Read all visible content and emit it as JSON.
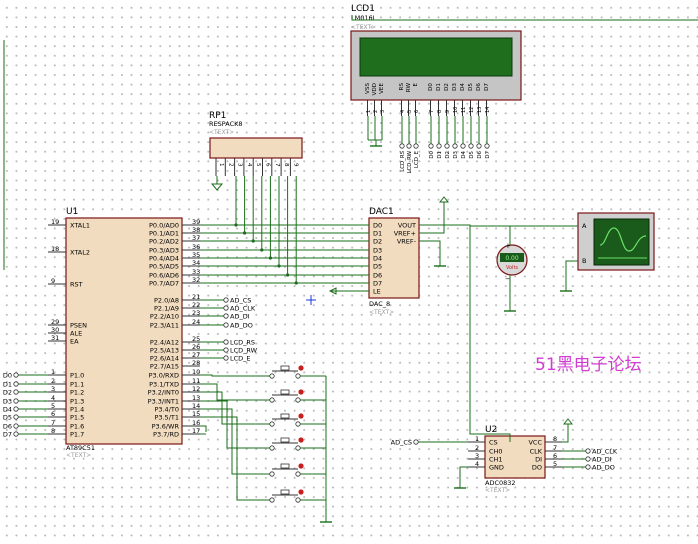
{
  "lcd": {
    "ref": "LCD1",
    "model": "LM016L",
    "text": "<TEXT>",
    "pins": [
      "VSS",
      "VDD",
      "VEE",
      "RS",
      "RW",
      "E",
      "D0",
      "D1",
      "D2",
      "D3",
      "D4",
      "D5",
      "D6",
      "D7"
    ],
    "pin_nums": [
      "1",
      "2",
      "3",
      "4",
      "5",
      "6",
      "7",
      "8",
      "9",
      "10",
      "11",
      "12",
      "13",
      "14"
    ],
    "net_labels": [
      "LCD_RS",
      "LCD_RW",
      "LCD_E",
      "D0",
      "D1",
      "D2",
      "D3",
      "D4",
      "D5",
      "D6",
      "D7"
    ]
  },
  "rp": {
    "ref": "RP1",
    "model": "RESPACK8",
    "text": "<TEXT>",
    "pins": [
      "1",
      "2",
      "3",
      "4",
      "5",
      "6",
      "7",
      "8",
      "9"
    ]
  },
  "mcu": {
    "ref": "U1",
    "model": "AT89C51",
    "text": "<TEXT>",
    "left": [
      {
        "num": "19",
        "name": "XTAL1"
      },
      {
        "num": "18",
        "name": "XTAL2"
      },
      {
        "num": "9",
        "name": "RST"
      },
      {
        "num": "29",
        "name": "PSEN"
      },
      {
        "num": "30",
        "name": "ALE"
      },
      {
        "num": "31",
        "name": "EA"
      },
      {
        "num": "1",
        "name": "P1.0"
      },
      {
        "num": "2",
        "name": "P1.1"
      },
      {
        "num": "3",
        "name": "P1.2"
      },
      {
        "num": "4",
        "name": "P1.3"
      },
      {
        "num": "5",
        "name": "P1.4"
      },
      {
        "num": "6",
        "name": "P1.5"
      },
      {
        "num": "7",
        "name": "P1.6"
      },
      {
        "num": "8",
        "name": "P1.7"
      }
    ],
    "right": [
      {
        "num": "39",
        "name": "P0.0/AD0"
      },
      {
        "num": "38",
        "name": "P0.1/AD1"
      },
      {
        "num": "37",
        "name": "P0.2/AD2"
      },
      {
        "num": "36",
        "name": "P0.3/AD3"
      },
      {
        "num": "35",
        "name": "P0.4/AD4"
      },
      {
        "num": "34",
        "name": "P0.5/AD5"
      },
      {
        "num": "33",
        "name": "P0.6/AD6"
      },
      {
        "num": "32",
        "name": "P0.7/AD7"
      },
      {
        "num": "21",
        "name": "P2.0/A8"
      },
      {
        "num": "22",
        "name": "P2.1/A9"
      },
      {
        "num": "23",
        "name": "P2.2/A10"
      },
      {
        "num": "24",
        "name": "P2.3/A11"
      },
      {
        "num": "25",
        "name": "P2.4/A12"
      },
      {
        "num": "26",
        "name": "P2.5/A13"
      },
      {
        "num": "27",
        "name": "P2.6/A14"
      },
      {
        "num": "28",
        "name": "P2.7/A15"
      },
      {
        "num": "10",
        "name": "P3.0/RXD"
      },
      {
        "num": "11",
        "name": "P3.1/TXD"
      },
      {
        "num": "12",
        "name": "P3.2/INT0"
      },
      {
        "num": "13",
        "name": "P3.3/INT1"
      },
      {
        "num": "14",
        "name": "P3.4/T0"
      },
      {
        "num": "15",
        "name": "P3.5/T1"
      },
      {
        "num": "16",
        "name": "P3.6/WR"
      },
      {
        "num": "17",
        "name": "P3.7/RD"
      }
    ],
    "p2_labels": [
      "AD_CS",
      "AD_CLK",
      "AD_DI",
      "AD_DO",
      "LCD_RS",
      "LCD_RW",
      "LCD_E"
    ],
    "p1_labels": [
      "D0",
      "D1",
      "D2",
      "D3",
      "D4",
      "D5",
      "D6",
      "D7"
    ]
  },
  "dac": {
    "ref": "DAC1",
    "model": "DAC_8",
    "text": "<TEXT>",
    "left": [
      "D0",
      "D1",
      "D2",
      "D3",
      "D4",
      "D5",
      "D6",
      "D7",
      "LE"
    ],
    "right": [
      "VOUT",
      "VREF+",
      "VREF-"
    ]
  },
  "adc": {
    "ref": "U2",
    "model": "ADC0832",
    "text": "<TEXT>",
    "left": [
      {
        "num": "1",
        "name": "CS"
      },
      {
        "num": "2",
        "name": "CH0"
      },
      {
        "num": "3",
        "name": "CH1"
      },
      {
        "num": "4",
        "name": "GND"
      }
    ],
    "right": [
      {
        "num": "8",
        "name": "VCC"
      },
      {
        "num": "7",
        "name": "CLK"
      },
      {
        "num": "6",
        "name": "DI"
      },
      {
        "num": "5",
        "name": "DO"
      }
    ],
    "labels_right": [
      "AD_CLK",
      "AD_DI",
      "AD_DO"
    ],
    "label_left": "AD_CS"
  },
  "scope": {
    "channels": [
      "A",
      "B"
    ]
  },
  "voltmeter": {
    "reading": "0.00",
    "unit": "Volts"
  },
  "watermark": "51黑电子论坛"
}
